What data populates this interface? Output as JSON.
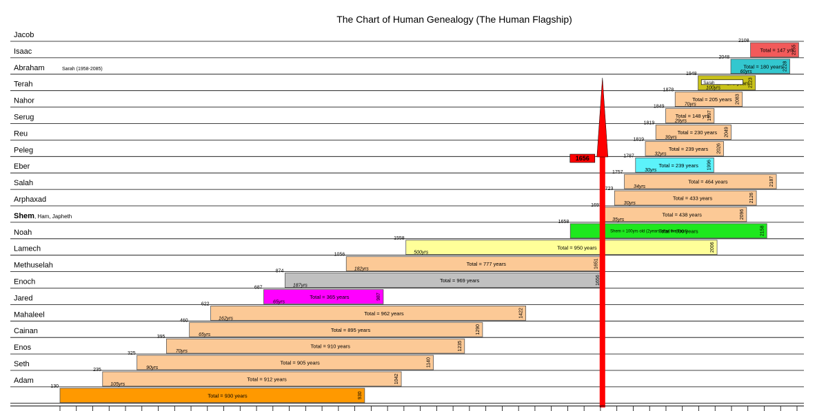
{
  "chart_data": {
    "type": "bar",
    "title": "The Chart of Human Genealogy (The Human Flagship)",
    "xlim": [
      0,
      2250
    ],
    "x_ticks": [
      0,
      50,
      100,
      150,
      200,
      250,
      300,
      350,
      400,
      450,
      500,
      550,
      600,
      650,
      700,
      750,
      800,
      850,
      900,
      950,
      1000,
      1050,
      1100,
      1150,
      1200,
      1250,
      1300,
      1350,
      1400,
      1450,
      1500,
      1550,
      1600,
      1650,
      1700,
      1750,
      1800,
      1850,
      1900,
      1950,
      2000,
      2050,
      2100,
      2150,
      2200,
      2250
    ],
    "flood_year": 1656,
    "flood_label": "1656",
    "flood_color": "#ff0000",
    "rows": [
      {
        "name": "Jacob",
        "start": 2108,
        "end": 2255,
        "total": "Total = 147 yrs",
        "born_label": "2108",
        "end_label": "2255",
        "color": "#f25a5a"
      },
      {
        "name": "Isaac",
        "start": 2048,
        "end": 2228,
        "total": "Total = 180 years",
        "born_label": "2048",
        "end_label": "2228",
        "child_label": "60yrs",
        "color": "#33c7cf"
      },
      {
        "name": "Abraham",
        "start": 1948,
        "end": 2123,
        "total": "Total = 175 years",
        "born_label": "1948",
        "end_label": "2123",
        "child_label": "100yrs",
        "color": "#c9c21a",
        "note": "Sarah (1958-2085)",
        "sub_label": "Sarah",
        "sub_start": 1958,
        "sub_end": 2085
      },
      {
        "name": "Terah",
        "start": 1878,
        "end": 2083,
        "total": "Total = 205 years",
        "born_label": "1878",
        "end_label": "2083",
        "child_label": "70yrs",
        "color": "#fcc996"
      },
      {
        "name": "Nahor",
        "start": 1849,
        "end": 1997,
        "total": "Total = 148 yrs",
        "born_label": "1849",
        "end_label": "1997",
        "child_label": "29yrs",
        "color": "#fcc996"
      },
      {
        "name": "Serug",
        "start": 1819,
        "end": 2049,
        "total": "Total = 230 years",
        "born_label": "1819",
        "end_label": "2049",
        "child_label": "30yrs",
        "color": "#fcc996"
      },
      {
        "name": "Reu",
        "start": 1787,
        "end": 2026,
        "total": "Total = 239 years",
        "born_label": "1819",
        "end_label": "2026",
        "child_label": "32yrs",
        "color": "#fcc996"
      },
      {
        "name": "Peleg",
        "start": 1757,
        "end": 1996,
        "total": "Total = 239 years",
        "born_label": "1787",
        "end_label": "1996",
        "child_label": "30yrs",
        "color": "#5cf2fa"
      },
      {
        "name": "Eber",
        "start": 1723,
        "end": 2187,
        "total": "Total = 464 years",
        "born_label": "1757",
        "end_label": "2187",
        "child_label": "34yrs",
        "color": "#fcc996"
      },
      {
        "name": "Salah",
        "start": 1693,
        "end": 2126,
        "total": "Total = 433 years",
        "born_label": "1723",
        "end_label": "2126",
        "child_label": "30yrs",
        "color": "#fcc996"
      },
      {
        "name": "Arphaxad",
        "start": 1658,
        "end": 2096,
        "total": "Total =  438 years",
        "born_label": "1693",
        "end_label": "2096",
        "child_label": "35yrs",
        "color": "#fcc996"
      },
      {
        "name": "Shem",
        "name_suffix": ", Ham, Japheth",
        "start": 1558,
        "end": 2158,
        "total": "Total = 600 years",
        "born_label": "1658",
        "end_label": "2158",
        "note_in_bar": "Shem = 100yrs old (2years after the flood)",
        "color": "#1ee81e"
      },
      {
        "name": "Noah",
        "start": 1056,
        "end": 2006,
        "total": "Total = 950 years",
        "born_label": "1558",
        "end_label": "2006",
        "child_label": "500yrs",
        "color": "#ffff99"
      },
      {
        "name": "Lamech",
        "start": 874,
        "end": 1651,
        "total": "Total = 777 years",
        "born_label": "1056",
        "end_label": "1651",
        "child_label": "182yrs",
        "color": "#fcc996"
      },
      {
        "name": "Methuselah",
        "start": 687,
        "end": 1656,
        "total": "Total = 969 years",
        "born_label": "874",
        "end_label": "1656",
        "child_label": "187yrs",
        "color": "#c0c0c0"
      },
      {
        "name": "Enoch",
        "start": 622,
        "end": 987,
        "total": "Total = 365 years",
        "born_label": "687",
        "end_label": "987",
        "child_label": "65yrs",
        "color": "#ff00ff"
      },
      {
        "name": "Jared",
        "start": 460,
        "end": 1422,
        "total": "Total = 962 years",
        "born_label": "622",
        "end_label": "1422",
        "child_label": "162yrs",
        "color": "#fcc996"
      },
      {
        "name": "Mahaleel",
        "start": 395,
        "end": 1290,
        "total": "Total = 895 years",
        "born_label": "460",
        "end_label": "1290",
        "child_label": "65yrs",
        "color": "#fcc996"
      },
      {
        "name": "Cainan",
        "start": 325,
        "end": 1235,
        "total": "Total = 910 years",
        "born_label": "395",
        "end_label": "1235",
        "child_label": "70yrs",
        "color": "#fcc996"
      },
      {
        "name": "Enos",
        "start": 235,
        "end": 1140,
        "total": "Total = 905 years",
        "born_label": "325",
        "end_label": "1140",
        "child_label": "90yrs",
        "color": "#fcc996"
      },
      {
        "name": "Seth",
        "start": 130,
        "end": 1042,
        "total": "Total = 912 years",
        "born_label": "235",
        "end_label": "1042",
        "child_label": "105yrs",
        "color": "#fcc996"
      },
      {
        "name": "Adam",
        "start": 0,
        "end": 930,
        "total": "Total = 930 years",
        "born_label": "130",
        "end_label": "930",
        "color": "#ff9900"
      }
    ]
  }
}
